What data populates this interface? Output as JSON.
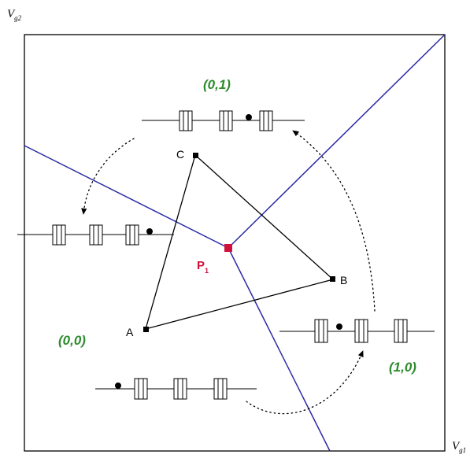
{
  "axes": {
    "y_label": {
      "main": "V",
      "sub": "g2"
    },
    "x_label": {
      "main": "V",
      "sub": "g1"
    }
  },
  "vertices": [
    {
      "id": "A",
      "label": "A"
    },
    {
      "id": "B",
      "label": "B"
    },
    {
      "id": "C",
      "label": "C"
    }
  ],
  "triple_point": {
    "main": "P",
    "sub": "1",
    "color": "#d0103a"
  },
  "states": [
    {
      "id": "00",
      "label": "(0,0)"
    },
    {
      "id": "01",
      "label": "(0,1)"
    },
    {
      "id": "10",
      "label": "(1,0)"
    }
  ],
  "colors": {
    "boundary_line": "#2a2aa6",
    "state_label": "#2e8b2e",
    "triangle": "#000000",
    "frame": "#000000"
  }
}
